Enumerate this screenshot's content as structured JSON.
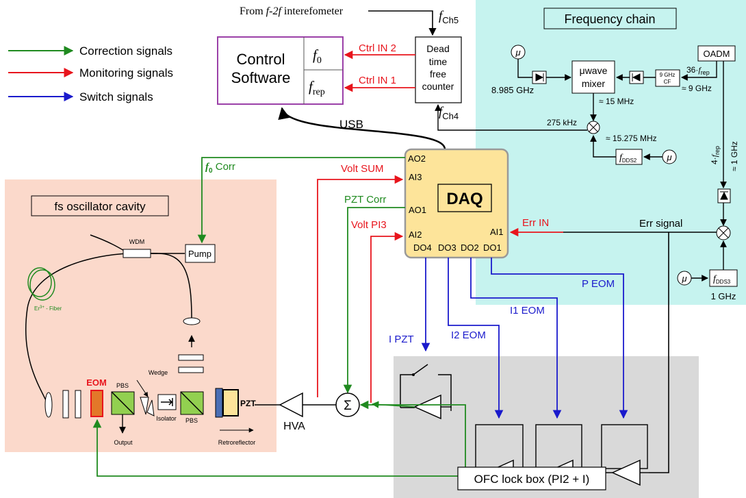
{
  "legend": {
    "correction": "Correction signals",
    "monitoring": "Monitoring signals",
    "switch": "Switch signals"
  },
  "control": {
    "title_line1": "Control",
    "title_line2": "Software",
    "f0_label": "f",
    "f0_sub": "0",
    "frep_label": "f",
    "frep_sub": "rep"
  },
  "counter": {
    "line1": "Dead",
    "line2": "time",
    "line3": "free",
    "line4": "counter",
    "ch5_label": "f",
    "ch5_sub": "Ch5",
    "ch4_label": "f",
    "ch4_sub": "Ch4",
    "source_prefix": "From ",
    "source_italic": "f-2f",
    "source_suffix": " interefometer"
  },
  "signals": {
    "ctrl_in2": "Ctrl IN 2",
    "ctrl_in1": "Ctrl IN 1",
    "usb": "USB",
    "f0_corr_f": "f",
    "f0_corr_sub": "0",
    "f0_corr_rest": " Corr",
    "volt_sum": "Volt SUM",
    "pzt_corr": "PZT Corr",
    "volt_pi3": "Volt PI3",
    "err_in": "Err IN",
    "err_signal": "Err signal",
    "i_pzt": "I PZT",
    "i2_eom": "I2 EOM",
    "i1_eom": "I1 EOM",
    "p_eom": "P EOM",
    "hva": "HVA",
    "sum_symbol": "Σ"
  },
  "daq": {
    "title": "DAQ",
    "ao2": "AO2",
    "ai3": "AI3",
    "ao1": "AO1",
    "ai2": "AI2",
    "ai1": "AI1",
    "do4": "DO4",
    "do3": "DO3",
    "do2": "DO2",
    "do1": "DO1"
  },
  "freq_chain": {
    "title": "Frequency chain",
    "mu": "μ",
    "oadm": "OADM",
    "mixer_line1": "μwave",
    "mixer_line2": "mixer",
    "cf_line1": "9 GHz",
    "cf_line2": "CF",
    "f8985": "8.985 GHz",
    "harm36_prefix": "36·",
    "harm36_f": "f",
    "harm36_sub": "rep",
    "approx9": "≈ 9 GHz",
    "approx15": "≈ 15 MHz",
    "k275": "275 kHz",
    "approx15275": "≈ 15.275 MHz",
    "dds2_f": "f",
    "dds2_sub": "DDS2",
    "harm4_prefix": "4·",
    "harm4_f": "f",
    "harm4_sub": "rep",
    "approx1": "≈ 1 GHz",
    "dds3_f": "f",
    "dds3_sub": "DDS3",
    "g1": "1 GHz"
  },
  "oscillator": {
    "title": "fs oscillator cavity",
    "wdm": "WDM",
    "pump": "Pump",
    "fiber_main": "Er",
    "fiber_sup": "3+",
    "fiber_rest": " - Fiber",
    "eom": "EOM",
    "pbs": "PBS",
    "pbs2": "PBS",
    "wedge": "Wedge",
    "isolator": "Isolator",
    "pzt": "PZT",
    "output": "Output",
    "retroreflector": "Retroreflector"
  },
  "lockbox": {
    "title": "OFC lock box (PI2 + I)"
  },
  "colors": {
    "correction": "#1f8a1f",
    "monitoring": "#e8141c",
    "switch": "#1a1acc",
    "freq_chain_bg": "#c6f3ef",
    "oscillator_bg": "#fbd9cb",
    "lockbox_bg": "#d9d9d9",
    "daq_fill": "#fde49a",
    "control_border": "#9b40a8"
  }
}
